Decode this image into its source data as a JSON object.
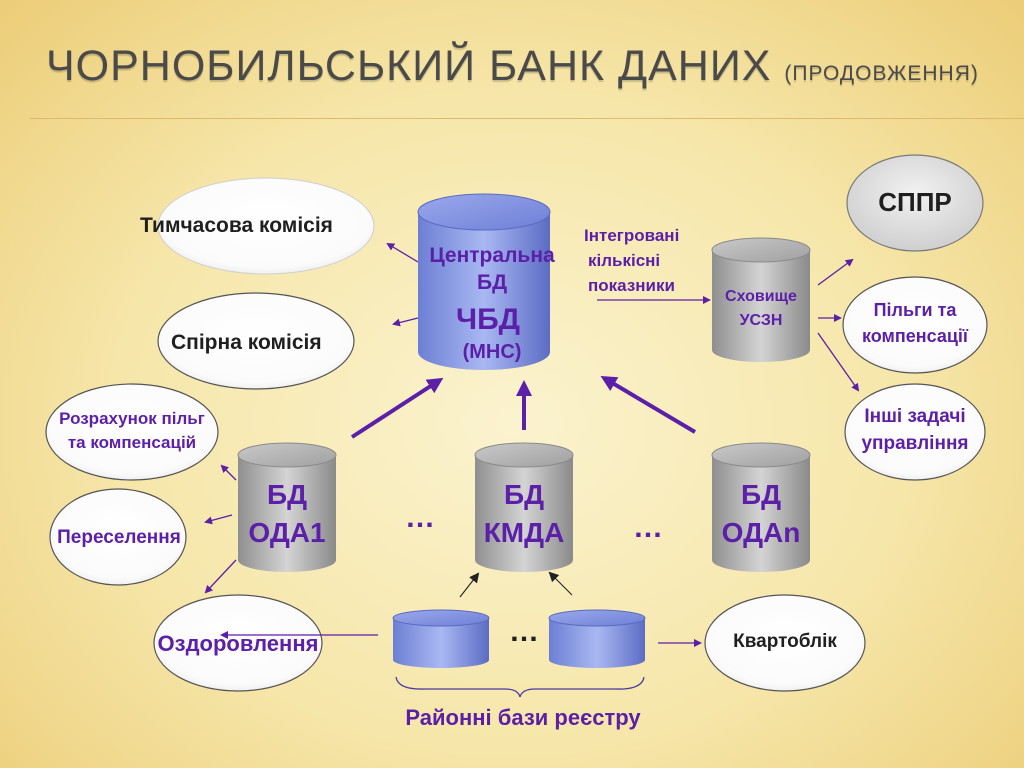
{
  "title": {
    "main": "Чорнобильський банк даних",
    "sub": "(продовження)"
  },
  "nodes": {
    "central_db": {
      "line1": "Центральна",
      "line2": "БД",
      "line3": "ЧБД",
      "line4": "(МНС)"
    },
    "temp_commission": "Тимчасова комісія",
    "dispute_commission": "Спірна комісія",
    "benefit_calc": {
      "line1": "Розрахунок пільг",
      "line2": "та компенсацій"
    },
    "resettlement": "Переселення",
    "recovery": "Оздоровлення",
    "apartment_registry": "Квартоблік",
    "integrated": {
      "line1": "Інтегровані",
      "line2": "кількісні",
      "line3": "показники"
    },
    "storage": {
      "line1": "Сховище",
      "line2": "УСЗН"
    },
    "sppr": "СППР",
    "benefits": {
      "line1": "Пільги та",
      "line2": "компенсації"
    },
    "other_tasks": {
      "line1": "Інші задачі",
      "line2": "управління"
    },
    "db_oda1": {
      "line1": "БД",
      "line2": "ОДА1"
    },
    "db_kmda": {
      "line1": "БД",
      "line2": "КМДА"
    },
    "db_odan": {
      "line1": "БД",
      "line2": "ОДАn"
    },
    "ellipsis1": "…",
    "ellipsis2": "…",
    "ellipsis3": "…",
    "district_label": "Районні бази реєстру"
  },
  "colors": {
    "accent": "#5b1fa8",
    "text_dark": "#1f1f1f",
    "title": "#4a4a4a",
    "rule": "#e0b86c"
  }
}
